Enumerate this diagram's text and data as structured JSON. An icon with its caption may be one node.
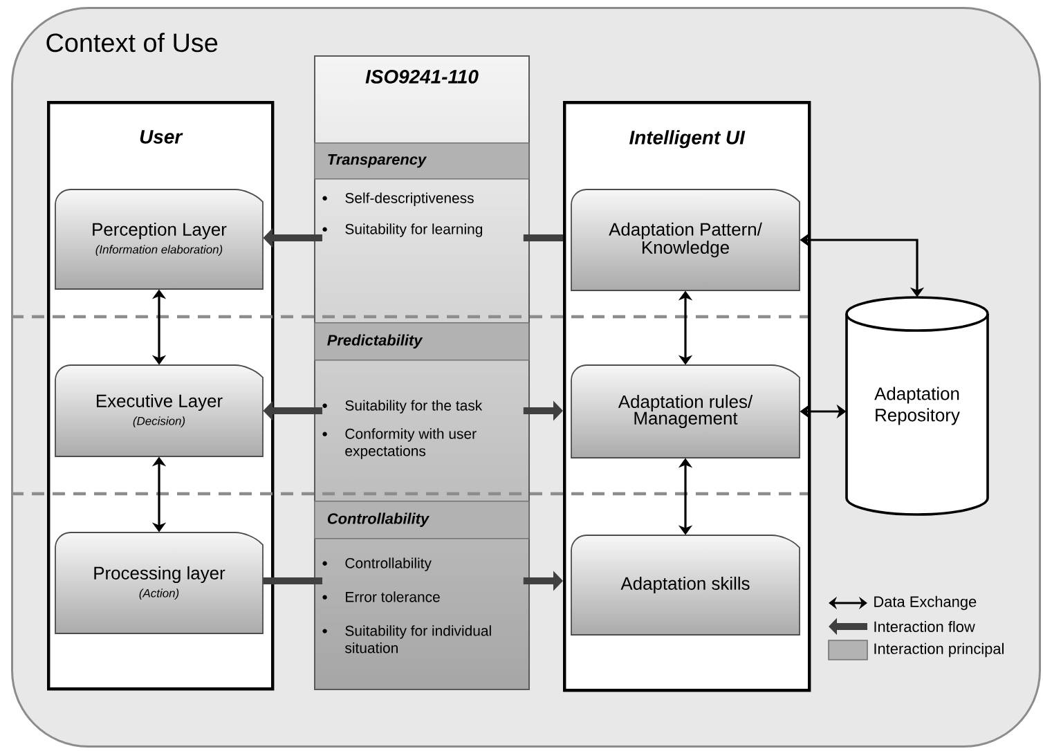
{
  "diagram": {
    "nodes": [
      {
        "text": [
          "Context of Use"
        ]
      },
      {
        "text": [
          "User"
        ],
        "in": 0
      },
      {
        "text": [
          "Perception Layer",
          "(Information elaboration)"
        ],
        "in": 1
      },
      {
        "text": [
          "Executive Layer",
          "(Decision)"
        ],
        "in": 1
      },
      {
        "text": [
          "Processing layer",
          "(Action)"
        ],
        "in": 1
      },
      {
        "text": [
          "ISO9241-110"
        ],
        "in": 0
      },
      {
        "text": [
          "Transparency"
        ],
        "in": 5
      },
      {
        "text": [
          "Self-descriptiveness",
          "Suitability for learning"
        ],
        "in": 5
      },
      {
        "text": [
          "Predictability"
        ],
        "in": 5
      },
      {
        "text": [
          "Suitability for the task",
          "Conformity with user expectations"
        ],
        "in": 5
      },
      {
        "text": [
          "Controllability"
        ],
        "in": 5
      },
      {
        "text": [
          "Controllability",
          "Error tolerance",
          "Suitability for individual situation"
        ],
        "in": 5
      },
      {
        "text": [
          "Intelligent UI"
        ],
        "in": 0
      },
      {
        "text": [
          "Adaptation Pattern/ Knowledge"
        ],
        "in": 12
      },
      {
        "text": [
          "Adaptation rules/ Management"
        ],
        "in": 12
      },
      {
        "text": [
          "Adaptation skills"
        ],
        "in": 12
      },
      {
        "text": [
          "Adaptation Repository"
        ],
        "in": 0
      }
    ],
    "edges": [
      {
        "from": 7,
        "to": 2,
        "arrow": "to",
        "style": "thick"
      },
      {
        "from": 12,
        "to": 7,
        "arrow": "none",
        "style": "thick"
      },
      {
        "from": 9,
        "to": 3,
        "arrow": "to",
        "style": "thick"
      },
      {
        "from": 9,
        "to": 12,
        "arrow": "to",
        "style": "thick"
      },
      {
        "from": 4,
        "to": 11,
        "arrow": "none",
        "style": "thick"
      },
      {
        "from": 11,
        "to": 12,
        "arrow": "to",
        "style": "thick"
      },
      {
        "from": 2,
        "to": 3,
        "arrow": "both"
      },
      {
        "from": 3,
        "to": 4,
        "arrow": "both"
      },
      {
        "from": 13,
        "to": 14,
        "arrow": "both"
      },
      {
        "from": 14,
        "to": 15,
        "arrow": "both"
      },
      {
        "from": 13,
        "to": 16,
        "arrow": "both"
      },
      {
        "from": 14,
        "to": 16,
        "arrow": "both"
      }
    ],
    "legend": [
      {
        "text": "Data Exchange"
      },
      {
        "text": "Interaction flow"
      },
      {
        "text": "Interaction principal",
        "color": "#b3b3b3"
      }
    ]
  }
}
